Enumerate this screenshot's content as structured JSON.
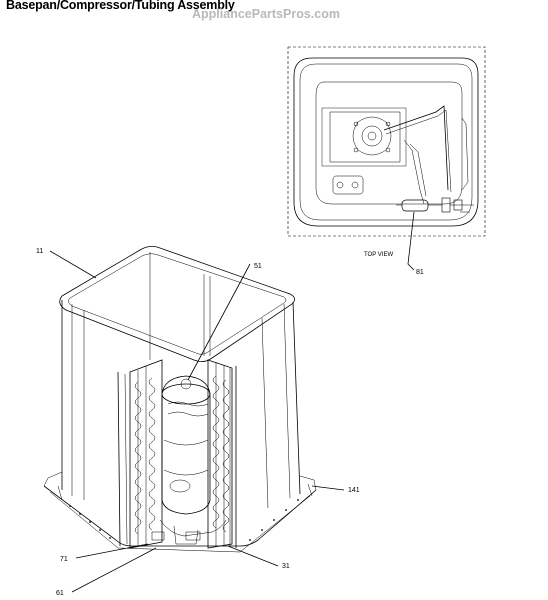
{
  "header": {
    "title": "Basepan/Compressor/Tubing Assembly",
    "watermark": "AppliancePartsPros.com"
  },
  "top_view": {
    "caption": "TOP VIEW"
  },
  "callouts": [
    {
      "id": "11",
      "label": "11"
    },
    {
      "id": "51",
      "label": "51"
    },
    {
      "id": "81",
      "label": "81"
    },
    {
      "id": "141",
      "label": "141"
    },
    {
      "id": "71",
      "label": "71"
    },
    {
      "id": "31",
      "label": "31"
    },
    {
      "id": "61",
      "label": "61"
    }
  ]
}
